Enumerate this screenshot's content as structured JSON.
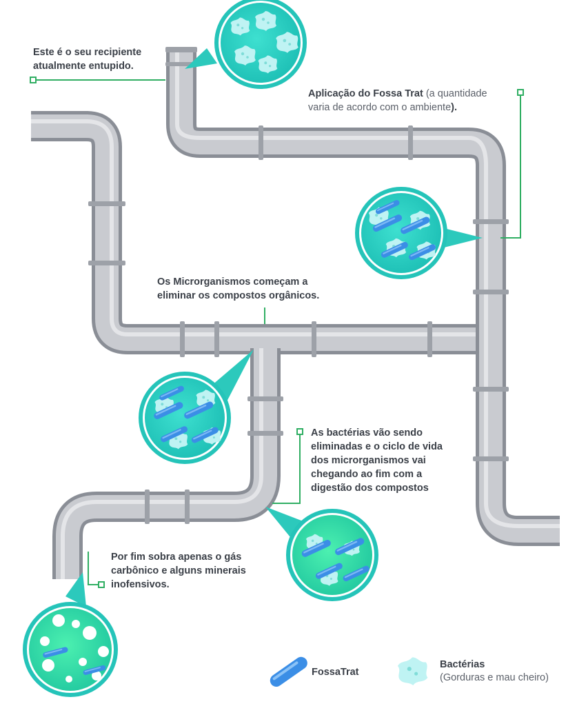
{
  "colors": {
    "pipe": "#aeb1b8",
    "pipe_light": "#d7d9dd",
    "pipe_dark": "#8a8e96",
    "leader": "#2fae62",
    "circle_border": "#25c4b9",
    "bacteria": "#aeeef0",
    "fossatrat": "#3b8ee6",
    "green_fill": "#34e3a2"
  },
  "annotations": {
    "clogged_line1": "Este é o seu recipiente",
    "clogged_line2": "atualmente entupido.",
    "application_bold": "Aplicação do Fossa Trat",
    "application_rest1": " (a quantidade",
    "application_line2": "varia de acordo com o ambiente",
    "application_end": ").",
    "microorganisms_line1": "Os Microrganismos começam a",
    "microorganisms_line2": "eliminar os compostos orgânicos.",
    "bacteria_line1": "As bactérias vão sendo",
    "bacteria_line2": "eliminadas e o ciclo de vida",
    "bacteria_line3": "dos microrganismos vai",
    "bacteria_line4": "chegando ao fim com a",
    "bacteria_line5": "digestão dos compostos",
    "final_line1": "Por fim sobra apenas o gás",
    "final_line2": "carbônico e alguns minerais",
    "final_line3": "inofensivos."
  },
  "legend": {
    "fossatrat_label": "FossaTrat",
    "fossatrat_icon": "capsule-icon",
    "bacteria_label": "Bactérias",
    "bacteria_sub": "(Gorduras e mau cheiro)",
    "bacteria_icon": "bacteria-icon"
  }
}
